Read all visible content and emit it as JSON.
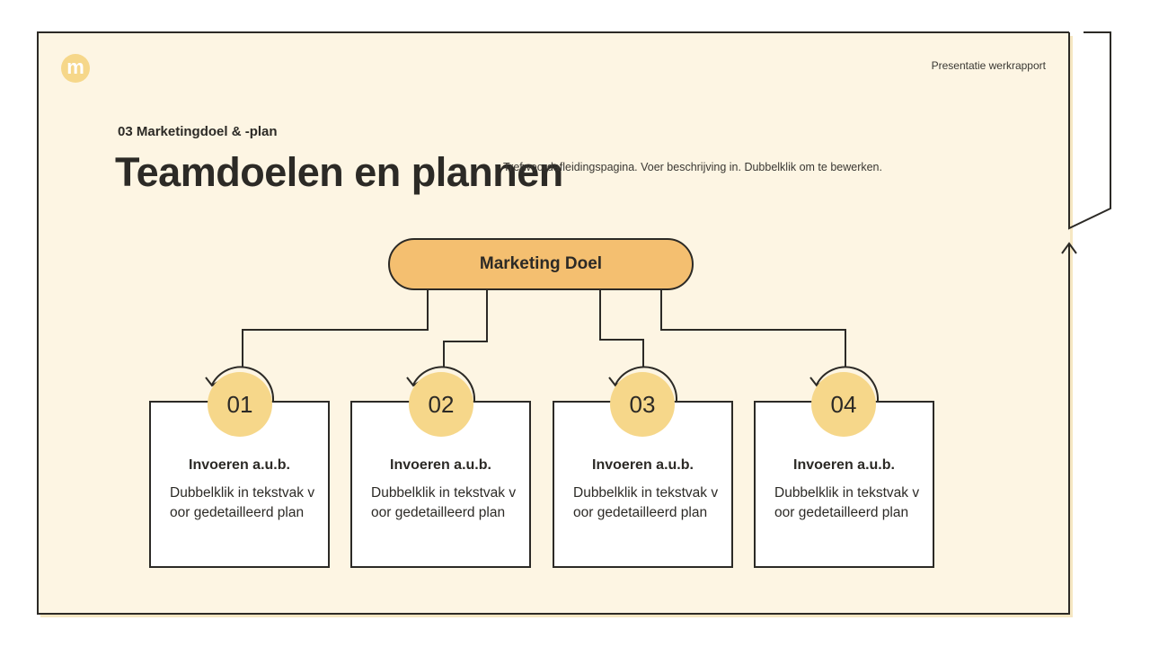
{
  "header": {
    "logo_letter": "m",
    "report_label": "Presentatie werkrapport"
  },
  "section_label": "03 Marketingdoel & -plan",
  "page_title": "Teamdoelen en plannen",
  "description": "Trefwoordafleidingspagina. Voer beschrijving in. Dubbelklik om te bewerken.",
  "diagram": {
    "root_label": "Marketing Doel",
    "steps": [
      {
        "number": "01",
        "title": "Invoeren a.u.b.",
        "text": "Dubbelklik in tekstvak voor gedetailleerd plan"
      },
      {
        "number": "02",
        "title": "Invoeren a.u.b.",
        "text": "Dubbelklik in tekstvak voor gedetailleerd plan"
      },
      {
        "number": "03",
        "title": "Invoeren a.u.b.",
        "text": "Dubbelklik in tekstvak voor gedetailleerd plan"
      },
      {
        "number": "04",
        "title": "Invoeren a.u.b.",
        "text": "Dubbelklik in tekstvak voor gedetailleerd plan"
      }
    ]
  },
  "colors": {
    "background": "#fdf5e3",
    "accent": "#f4bf70",
    "circle": "#f6d78a",
    "outline": "#2c2a26"
  }
}
